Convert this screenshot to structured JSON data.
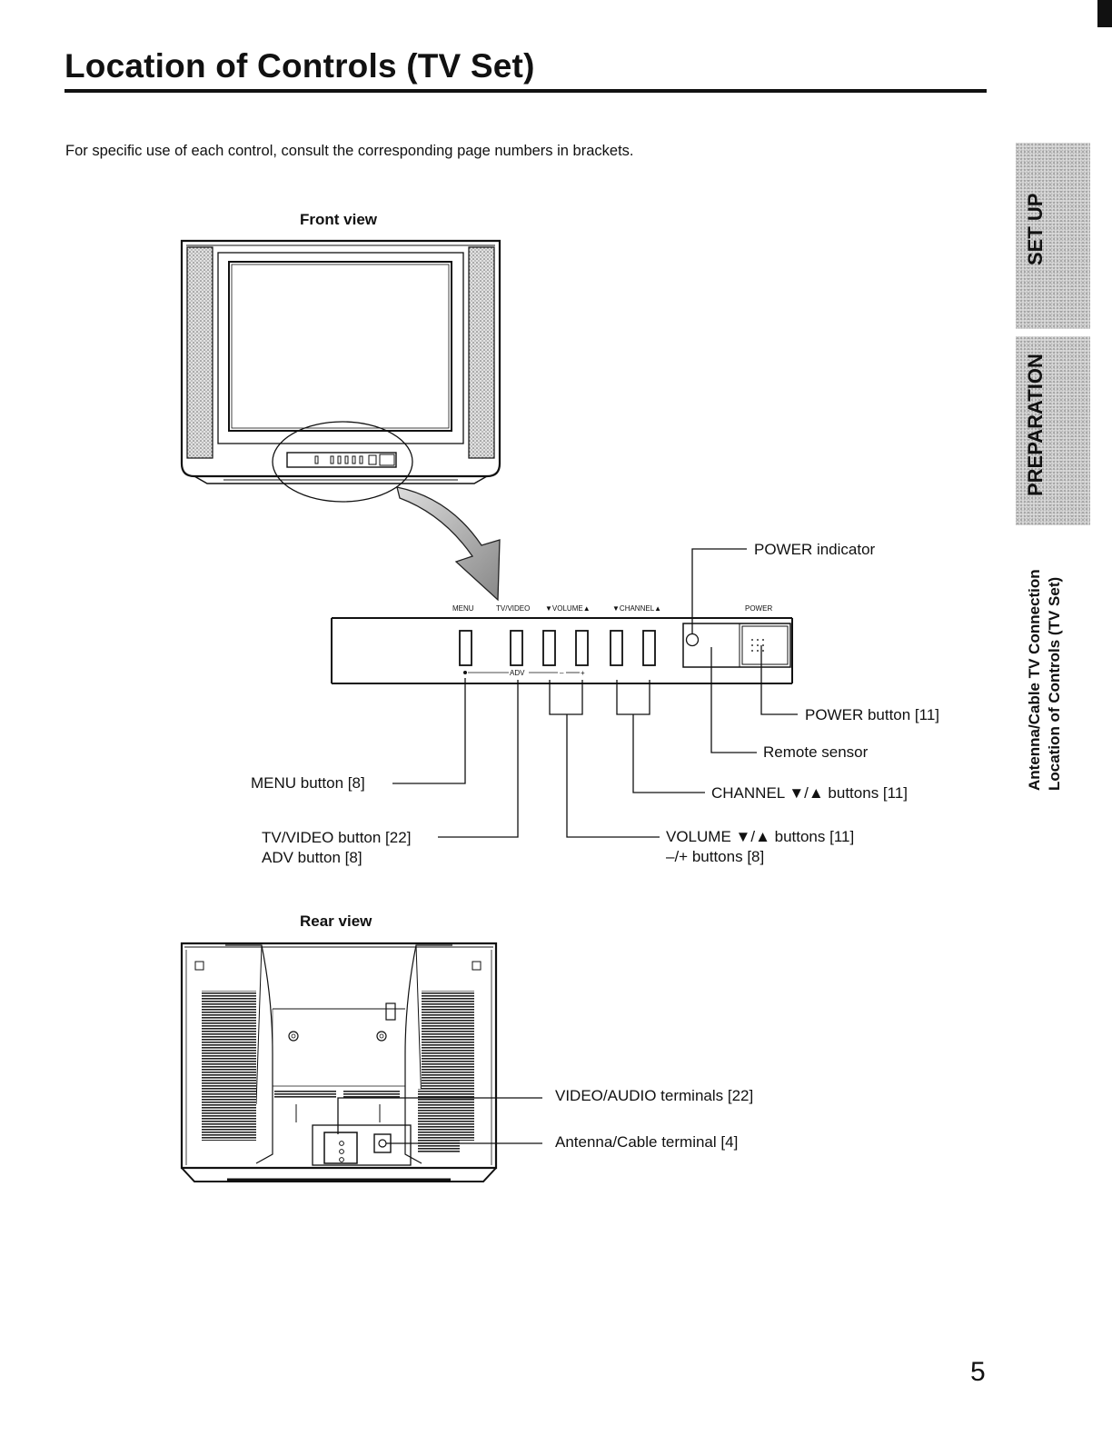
{
  "page": {
    "title": "Location of Controls (TV Set)",
    "intro": "For specific use of each control, consult the corresponding page numbers in brackets.",
    "page_number": "5"
  },
  "side_tabs": {
    "setup": "SET UP",
    "preparation": "PREPARATION",
    "section_line1": "Antenna/Cable TV Connection",
    "section_line2": "Location of Controls (TV Set)"
  },
  "front_view": {
    "label": "Front view",
    "panel_labels": {
      "menu": "MENU",
      "tv_video": "TV/VIDEO",
      "volume": "▼VOLUME▲",
      "channel": "▼CHANNEL▲",
      "power": "POWER",
      "adv": "ADV",
      "minus": "–",
      "plus": "+"
    },
    "callouts": {
      "power_indicator": "POWER indicator",
      "power_button": "POWER button [11]",
      "remote_sensor": "Remote sensor",
      "menu_button": "MENU button [8]",
      "channel_buttons": "CHANNEL ▼/▲ buttons [11]",
      "tv_video_button": "TV/VIDEO button [22]",
      "adv_button": "ADV button [8]",
      "volume_buttons": "VOLUME ▼/▲ buttons [11]",
      "minus_plus_buttons": "–/+ buttons [8]"
    }
  },
  "rear_view": {
    "label": "Rear view",
    "callouts": {
      "video_audio": "VIDEO/AUDIO terminals [22]",
      "antenna": "Antenna/Cable terminal [4]"
    }
  }
}
